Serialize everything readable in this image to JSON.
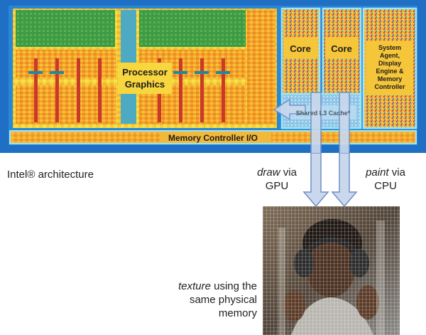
{
  "die": {
    "processor_graphics": [
      "Processor",
      "Graphics"
    ],
    "core_1": "Core",
    "core_2": "Core",
    "system_agent": [
      "System",
      "Agent,",
      "Display",
      "Engine &",
      "Memory",
      "Controller"
    ],
    "shared_cache": "Shared L3 Cache*",
    "memory_controller": "Memory Controller I/O"
  },
  "captions": {
    "architecture": "Intel® architecture",
    "draw_word": "draw",
    "draw_rest": " via",
    "draw_line2": "GPU",
    "paint_word": "paint",
    "paint_rest": " via",
    "paint_line2": "CPU",
    "texture_word": "texture",
    "texture_rest": " using the",
    "texture_line2": "same physical",
    "texture_line3": "memory"
  },
  "colors": {
    "die_border": "#1f6fc4",
    "accent_cyan": "#9fe6f2",
    "arrow_fill": "#c9d8ec",
    "arrow_stroke": "#6f8fc4"
  }
}
